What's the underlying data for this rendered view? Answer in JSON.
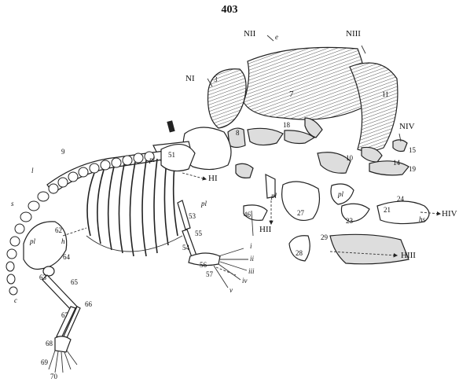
{
  "page_number": "403",
  "labels": {
    "n1": "NI",
    "n2": "NII",
    "n3": "NIII",
    "n4": "NIV",
    "h1": "HI",
    "h2": "HII",
    "h3": "HIII",
    "h4": "HIV",
    "pl": "pl",
    "pl2": "pl",
    "pl3": "pl",
    "pl4": "pl",
    "pl5": "pl",
    "hs": "hs",
    "h": "h",
    "c": "c",
    "l": "l",
    "s": "s",
    "e": "e",
    "i": "i",
    "ii": "ii",
    "iii": "iii",
    "iv": "iv",
    "v": "v",
    "n7": "7",
    "n3b": "3",
    "n11": "11",
    "n8": "8",
    "n15": "15",
    "n19": "19",
    "n23": "23",
    "n27": "27",
    "n28": "28",
    "n29": "29",
    "n46": "46",
    "n51": "51",
    "n53": "53",
    "n54": "54",
    "n55": "55",
    "n56": "56",
    "n57": "57",
    "n62": "62",
    "n63": "63",
    "n64": "64",
    "n65": "65",
    "n66": "66",
    "n67": "67",
    "n68": "68",
    "n69": "69",
    "n70": "70",
    "n9": "9",
    "n18": "18",
    "n14": "14",
    "n10": "10",
    "n21": "21",
    "n24": "24"
  }
}
